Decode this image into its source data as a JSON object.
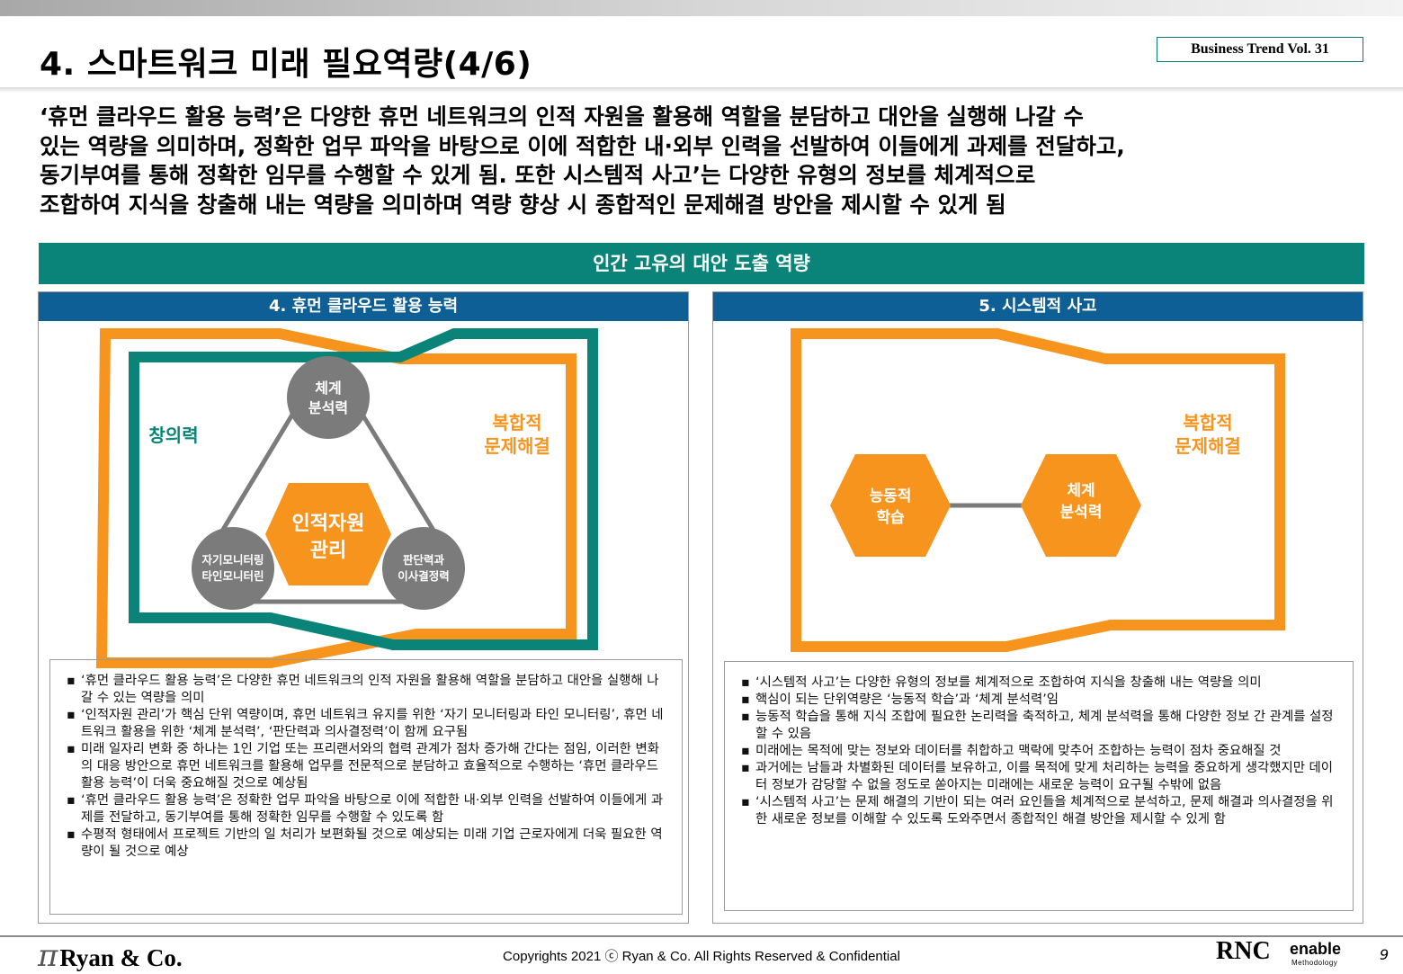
{
  "header": {
    "title": "4. 스마트워크 미래 필요역량(4/6)",
    "badge": "Business Trend Vol. 31"
  },
  "summary_lines": [
    "‘휴먼 클라우드 활용 능력’은 다양한 휴먼 네트워크의 인적 자원을 활용해 역할을 분담하고 대안을 실행해 나갈 수",
    "있는 역량을 의미하며, 정확한 업무 파악을 바탕으로 이에 적합한 내·외부 인력을 선발하여 이들에게 과제를 전달하고,",
    "동기부여를 통해 정확한 임무를 수행할 수 있게 됨. 또한 시스템적 사고’는 다양한 유형의 정보를 체계적으로",
    "조합하여 지식을 창출해 내는 역량을 의미하며 역량 향상 시 종합적인 문제해결 방안을 제시할 수 있게 됨"
  ],
  "banner": "인간 고유의 대안 도출 역량",
  "left_panel": {
    "heading": "4. 휴먼 클라우드 활용 능력",
    "label_creativity": "창의력",
    "label_complex": [
      "복합적",
      "문제해결"
    ],
    "center_hex": [
      "인적자원",
      "관리"
    ],
    "node_top": [
      "체계",
      "분석력"
    ],
    "node_left": [
      "자기모니터링",
      "타인모니터린"
    ],
    "node_right": [
      "판단력과",
      "이사결정력"
    ],
    "notes": [
      " ‘휴먼 클라우드 활용 능력’은 다양한 휴먼 네트워크의 인적 자원을 활용해 역할을 분담하고 대안을 실행해 나갈 수 있는 역량을 의미",
      " ‘인적자원 관리’가 핵심 단위 역량이며, 휴먼 네트워크 유지를 위한 ‘자기 모니터링과 타인 모니터링’, 휴먼 네트워크 활용을 위한 ‘체계 분석력’, ‘판단력과 의사결정력’이 함께 요구됨",
      "미래 일자리 변화 중 하나는 1인 기업 또는 프리랜서와의 협력 관계가 점차 증가해 간다는 점임, 이러한 변화의 대응 방안으로 휴먼 네트워크를 활용해 업무를 전문적으로 분담하고 효율적으로 수행하는 ‘휴먼 클라우드 활용 능력’이 더욱 중요해질 것으로 예상됨",
      "‘휴먼 클라우드 활용 능력’은 정확한 업무 파악을 바탕으로 이에 적합한 내·외부 인력을 선발하여 이들에게 과제를 전달하고, 동기부여를 통해 정확한 임무를 수행할 수 있도록 함",
      "수평적 형태에서 프로젝트 기반의 일 처리가 보편화될 것으로 예상되는 미래 기업 근로자에게 더욱 필요한 역량이 될 것으로 예상"
    ]
  },
  "right_panel": {
    "heading": "5. 시스템적 사고",
    "label_complex": [
      "복합적",
      "문제해결"
    ],
    "hex_left": [
      "능동적",
      "학습"
    ],
    "hex_right": [
      "체계",
      "분석력"
    ],
    "notes": [
      "‘시스템적 사고’는 다양한 유형의 정보를 체계적으로 조합하여 지식을 창출해 내는 역량을 의미",
      "핵심이 되는 단위역량은 ‘능동적 학습’과 ‘체계 분석력’임",
      "능동적 학습을 통해 지식 조합에 필요한 논리력을 축적하고, 체계 분석력을 통해 다양한 정보 간 관계를 설정할 수 있음",
      "미래에는 목적에 맞는 정보와 데이터를 취합하고 맥락에 맞추어 조합하는 능력이 점차 중요해질 것",
      "과거에는 남들과 차별화된 데이터를 보유하고, 이를 목적에 맞게 처리하는 능력을 중요하게 생각했지만 데이터 정보가 감당할 수 없을 정도로 쏟아지는 미래에는 새로운 능력이 요구될 수밖에 없음",
      "‘시스템적 사고’는 문제 해결의 기반이 되는 여러 요인들을 체계적으로 분석하고, 문제 해결과 의사결정을 위한 새로운 정보를 이해할 수 있도록 도와주면서 종합적인 해결 방안을 제시할 수 있게 함"
    ]
  },
  "footer": {
    "logo_symbol": "π",
    "logo_text": "Ryan & Co.",
    "copyright": "Copyrights 2021 ⓒ Ryan & Co. All Rights Reserved & Confidential",
    "brand_rnc": "RNC",
    "brand_enable": "enable",
    "brand_methodology": "Methodology",
    "page_number": "9"
  },
  "colors": {
    "teal": "#0a8479",
    "blue": "#0e5f95",
    "orange": "#f7941d",
    "gray": "#7b7b7b"
  }
}
